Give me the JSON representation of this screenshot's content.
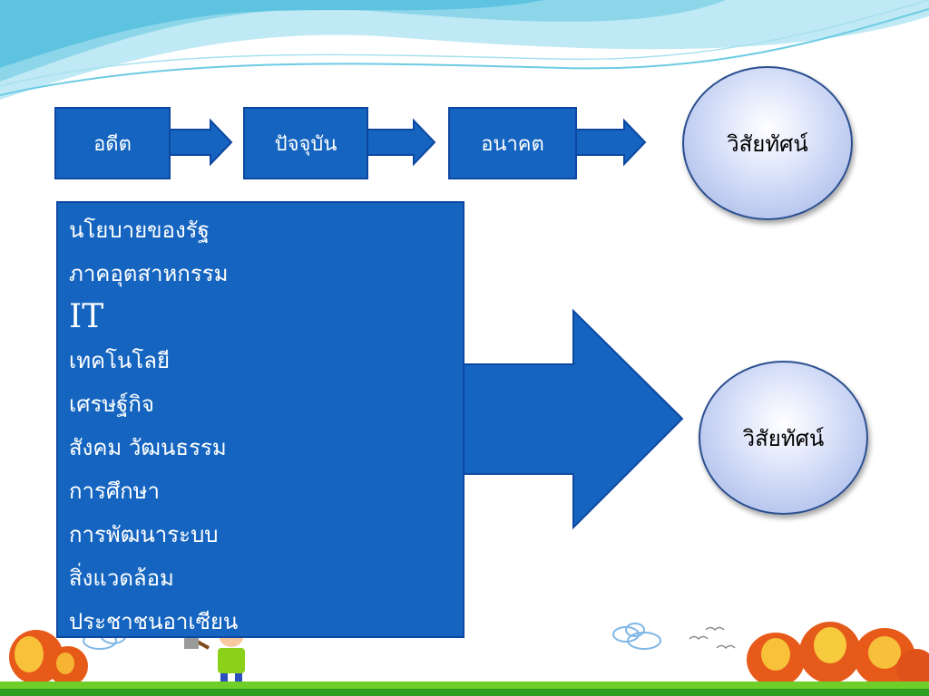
{
  "timeline": {
    "past": "อดีต",
    "present": "ปัจจุบัน",
    "future": "อนาคต"
  },
  "vision_top": "วิสัยทัศน์",
  "vision_bottom": "วิสัยทัศน์",
  "factors": [
    "นโยบายของรัฐ",
    "ภาคอุตสาหกรรม",
    "IT",
    "เทคโนโลยี",
    "เศรษฐ์กิจ",
    "สังคม วัฒนธรรม",
    "การศึกษา",
    "การพัฒนาระบบ",
    "สิ่งแวดล้อม",
    "ประชาชนอาเซียน"
  ],
  "colors": {
    "box": "#1565c0",
    "box_border": "#0d47a1",
    "circle_border": "#2b4f8f",
    "wave": "#7fd3ea"
  }
}
